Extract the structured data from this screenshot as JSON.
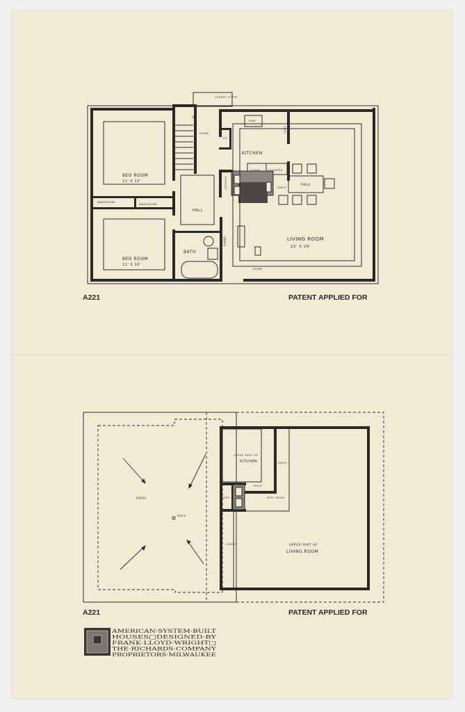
{
  "colors": {
    "paper": "#f1ebd5",
    "ink": "#2b2825",
    "background": "#efefed"
  },
  "first_floor": {
    "plan_number": "A221",
    "patent": "PATENT APPLIED FOR",
    "labels": {
      "cement_steps": "CEMENT STEPS",
      "up": "UP",
      "down": "DOWN",
      "ice": "ICE",
      "sink": "SINK",
      "case": "CASE",
      "kitchen": "KITCHEN",
      "stove": "STOVE",
      "counter": "COUNTER",
      "shelf": "SHELF",
      "table": "TABLE",
      "lockers": "LOCKERS",
      "bedroom1": "BED ROOM",
      "bedroom1_size": "11' X 13'",
      "wardrobe1": "WARDROBE",
      "wardrobe2": "WARDROBE",
      "hall": "HALL",
      "bath": "BATH",
      "piano": "PIANO",
      "bedroom2": "BED ROOM",
      "bedroom2_size": "11' X 10'",
      "living": "LIVING ROOM",
      "living_size": "22' X 24'",
      "down2": "DOWN"
    }
  },
  "second_floor": {
    "plan_number": "A221",
    "patent": "PATENT APPLIED FOR",
    "labels": {
      "roof": "ROOF",
      "drain": "DRAIN",
      "upper_kitchen_1": "UPPER PART OF",
      "upper_kitchen_2": "KITCHEN",
      "shelf1": "SHELF",
      "shelf2": "SHELF",
      "vent": "VENT",
      "roof_drain": "ROOF DRAIN",
      "shelf3": "SHELF",
      "upper_living_1": "UPPER PART OF",
      "upper_living_2": "LIVING ROOM"
    }
  },
  "imprint": {
    "lines": [
      "AMERICAN·SYSTEM·BUILT",
      "HOUSES□DESIGNED·BY",
      "FRANK·LLOYD·WRIGHT□",
      "THE·RICHARDS·COMPANY",
      "PROPRIETORS·MILWAUKEE"
    ]
  }
}
